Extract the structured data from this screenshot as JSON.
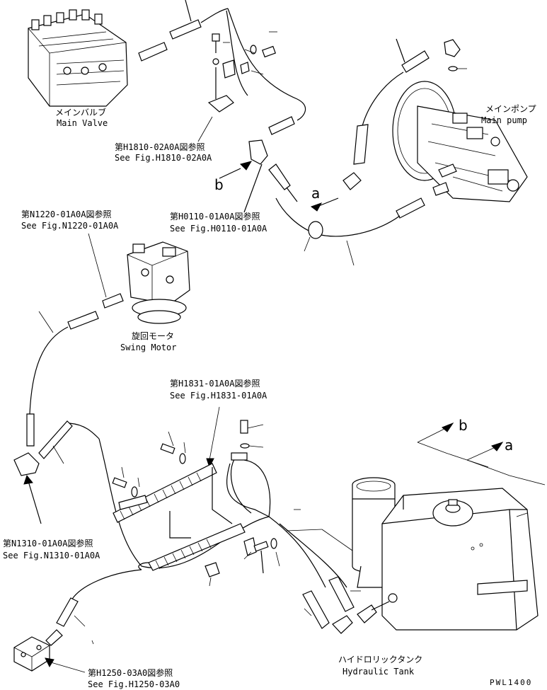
{
  "labels": {
    "main_valve_jp": "メインバルブ",
    "main_valve_en": "Main Valve",
    "main_pump_jp": "メインポンプ",
    "main_pump_en": "Main pump",
    "ref_h1810_jp": "第H1810-02A0A図参照",
    "ref_h1810_en": "See Fig.H1810-02A0A",
    "ref_h0110_jp": "第H0110-01A0A図参照",
    "ref_h0110_en": "See Fig.H0110-01A0A",
    "ref_n1220_jp": "第N1220-01A0A図参照",
    "ref_n1220_en": "See Fig.N1220-01A0A",
    "swing_motor_jp": "旋回モータ",
    "swing_motor_en": "Swing Motor",
    "ref_h1831_jp": "第H1831-01A0A図参照",
    "ref_h1831_en": "See Fig.H1831-01A0A",
    "ref_n1310_jp": "第N1310-01A0A図参照",
    "ref_n1310_en": "See Fig.N1310-01A0A",
    "ref_h1250_jp": "第H1250-03A0図参照",
    "ref_h1250_en": "See Fig.H1250-03A0",
    "hydraulic_tank_jp": "ハイドロリックタンク",
    "hydraulic_tank_en": "Hydraulic Tank",
    "marker_a": "a",
    "marker_b": "b",
    "drawing_code": "PWL1400"
  }
}
